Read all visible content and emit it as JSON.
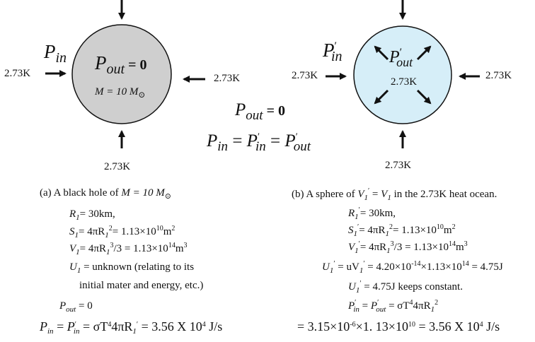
{
  "colors": {
    "black_hole_fill": "#cfcfcf",
    "sphere_fill": "#d6eef8",
    "stroke": "#111111"
  },
  "icons": [
    "arrow-in-icon",
    "arrow-out-icon"
  ],
  "left": {
    "p_in_base": "P",
    "p_in_sub": "in",
    "p_out_base": "P",
    "p_out_sub": "out",
    "p_out_eq": " = 0",
    "mass_prefix": "M = 10 M",
    "mass_sun": "⊙",
    "temp_left": "2.73K",
    "temp_right": "2.73K",
    "temp_bottom": "2.73K"
  },
  "right": {
    "p_in_base": "P",
    "p_in_sub": "in",
    "prime": "′",
    "p_out_base": "P",
    "p_out_sub": "out",
    "inner_temp": "2.73K",
    "temp_left": "2.73K",
    "temp_right": "2.73K",
    "temp_bottom": "2.73K"
  },
  "middle": {
    "line1_base": "P",
    "line1_sub": "out",
    "line1_eq": " = 0",
    "line2_a": "P",
    "line2_a_sub": "in",
    "line2_eq1": " = ",
    "line2_b": "P",
    "line2_b_sub": "in",
    "line2_eq2": " = ",
    "line2_c": "P",
    "line2_c_sub": "out"
  },
  "caption_a": {
    "text": "(a)  A black hole of ",
    "math": "M = 10 M",
    "sun": "⊙"
  },
  "caption_b": {
    "text": "(b)  A sphere of ",
    "math_v1p": "V",
    "sub1": "1",
    "prime": "′",
    "eq": " = ",
    "math_v1": "V",
    "sub2": "1",
    "tail": " in the 2.73K heat ocean."
  },
  "a_lines": {
    "r1": "= 30km,",
    "s1_mid": "= 4πR",
    "s1_val": "= 1.13×10",
    "s1_exp": "10",
    "s1_unit": "m",
    "s1_unit_exp": "2",
    "v1_mid": "= 4πR",
    "v1_div": "/3 = 1.13×10",
    "v1_exp": "14",
    "v1_unit": "m",
    "v1_unit_exp": "3",
    "u1_text": " =  unknown  (relating to its",
    "u1_cont": "initial mater and energy, etc.)",
    "pout_text": "  =  0",
    "pin_mid": " = σT",
    "pin_t_exp": "4",
    "pin_mid2": "4πR",
    "pin_val": " = 3.56 X 10",
    "pin_exp": "4",
    "pin_unit": " J/s"
  },
  "b_lines": {
    "r1": "= 30km,",
    "s1_mid": "= 4πR",
    "s1_val": "= 1.13×10",
    "s1_exp": "10",
    "s1_unit": "m",
    "s1_unit_exp": "2",
    "v1_mid": "= 4πR",
    "v1_div": "/3 = 1.13×10",
    "v1_exp": "14",
    "v1_unit": "m",
    "v1_unit_exp": "3",
    "u1_mid": " = uV",
    "u1_val": " = 4.20×10",
    "u1_exp": "-14",
    "u1_val2": "×1.13×10",
    "u1_exp2": "14",
    "u1_end": " = 4.75J",
    "u1_const": " = 4.75J    keeps constant.",
    "pin_eq": " = ",
    "pin_mid": " = σT",
    "pin_t_exp": "4",
    "pin_mid2": "4πR",
    "final_a": "=  3.15×10",
    "final_a_exp": "-6",
    "final_b": "×1. 13×10",
    "final_b_exp": "10",
    "final_c": " = 3.56 X 10",
    "final_c_exp": "4",
    "final_unit": " J/s"
  },
  "sym": {
    "R": "R",
    "S": "S",
    "V": "V",
    "U": "U",
    "P": "P",
    "one": "1",
    "two": "2",
    "three": "3",
    "in": "in",
    "out": "out"
  }
}
